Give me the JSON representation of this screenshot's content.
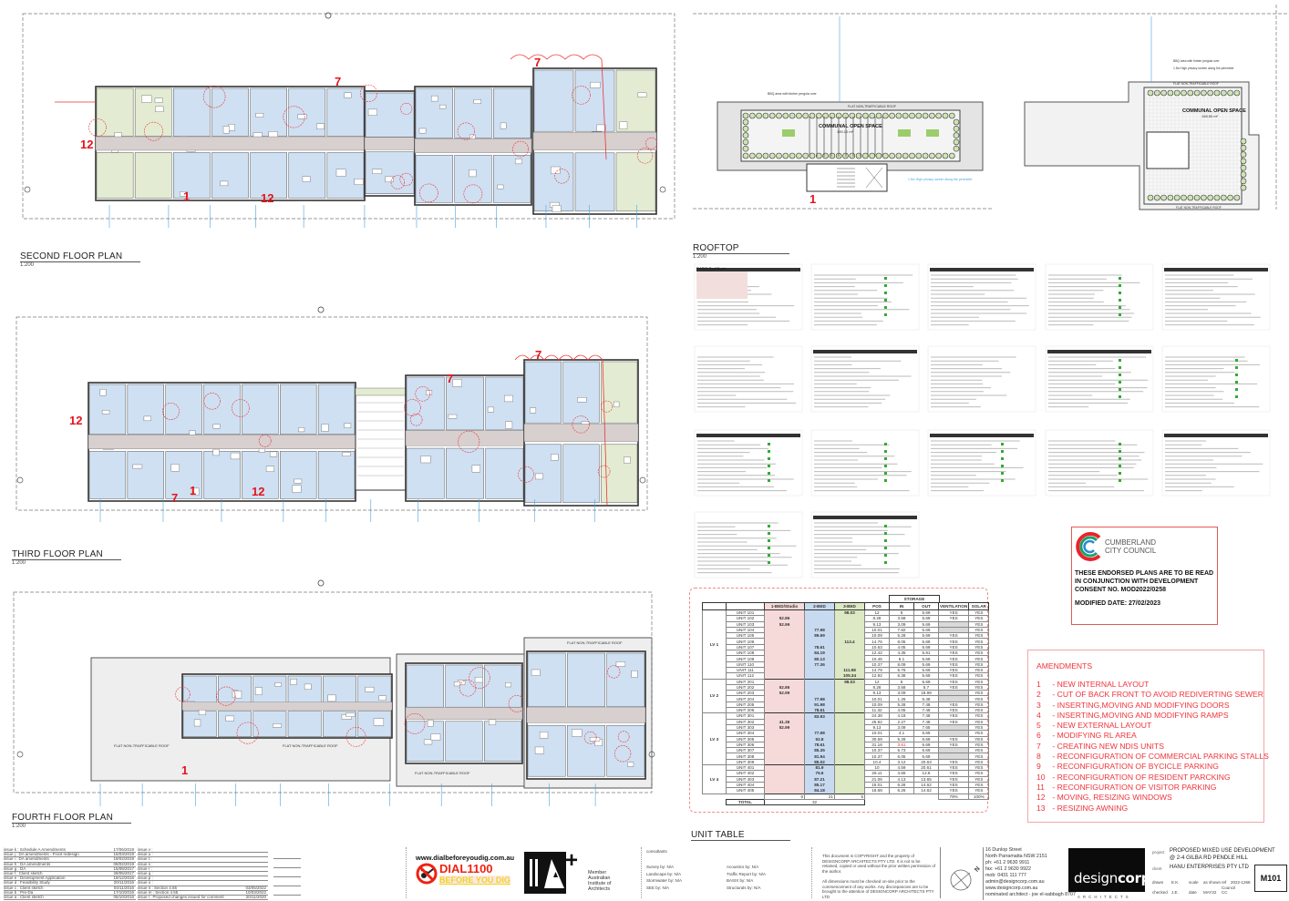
{
  "plans": {
    "second": {
      "title": "SECOND FLOOR PLAN",
      "scale": "1:200",
      "revisions": [
        "7",
        "7",
        "12",
        "1",
        "12"
      ]
    },
    "third": {
      "title": "THIRD FLOOR PLAN",
      "scale": "1:200",
      "revisions": [
        "12",
        "7",
        "7",
        "7",
        "1",
        "12"
      ]
    },
    "fourth": {
      "title": "FOURTH FLOOR PLAN",
      "scale": "1:200",
      "revisions": [
        "1"
      ],
      "roof_labels": [
        "FLAT NON-TRAFFICABLE ROOF",
        "FLAT NON-TRAFFICABLE ROOF",
        "FLAT NON-TRAFFICABLE ROOF",
        "FLAT NON-TRAFFICABLE ROOF"
      ]
    },
    "rooftop": {
      "title": "ROOFTOP",
      "scale": "1:200",
      "revisions": [
        "1"
      ],
      "left": {
        "roof_label": "FLAT NON-TRAFFICABLE ROOF",
        "space": "COMMUNAL OPEN SPACE",
        "area": "190.10 m²",
        "note_bbq": "BBQ area with timber pergola over",
        "note_screen": "1.5m High privacy screen along the perimeter"
      },
      "right": {
        "roof_label": "FLAT NON-TRAFFICABLE ROOF",
        "roof_label_bottom": "FLAT NON-TRAFFICABLE ROOF",
        "space": "COMMUNAL OPEN SPACE",
        "area": "158.50 m²",
        "note_bbq": "BBQ area with timber pergola over",
        "note_screen": "1.5m High privacy screen along the perimeter"
      }
    }
  },
  "basix": {
    "heading": "BASIX Certificate"
  },
  "council_stamp": {
    "council_name_1": "CUMBERLAND",
    "council_name_2": "CITY COUNCIL",
    "text": "THESE ENDORSED PLANS ARE TO BE READ IN CONJUNCTION WITH DEVELOPMENT CONSENT NO. MOD2022/0258",
    "modified": "MODIFIED DATE: 27/02/2023",
    "colors": {
      "red": "#e8242b",
      "green": "#1aa36b",
      "blue": "#2a8bd0"
    }
  },
  "amendments": {
    "heading": "AMENDMENTS",
    "items": [
      {
        "n": "1",
        "text": "- NEW INTERNAL LAYOUT"
      },
      {
        "n": "2",
        "text": "- CUT OF BACK FRONT TO AVOID REDIVERTING SEWER"
      },
      {
        "n": "3",
        "text": "- INSERTING,MOVING AND MODIFYING DOORS"
      },
      {
        "n": "4",
        "text": "- INSERTING,MOVING AND MODIFYING RAMPS"
      },
      {
        "n": "5",
        "text": "- NEW EXTERNAL LAYOUT"
      },
      {
        "n": "6",
        "text": "- MODIFYING RL AREA"
      },
      {
        "n": "7",
        "text": "- CREATING NEW NDIS UNITS"
      },
      {
        "n": "8",
        "text": "- RECONFIGURATION OF COMMERCIAL PARKING STALLS"
      },
      {
        "n": "9",
        "text": "- RECONFIGURATION OF BYCICLE PARKING"
      },
      {
        "n": "10",
        "text": "- RECONFIGURATION OF RESIDENT PARCKING"
      },
      {
        "n": "11",
        "text": "- RECONFIGURATION OF VISITOR PARKING"
      },
      {
        "n": "12",
        "text": "- MOVING, RESIZING WINDOWS"
      },
      {
        "n": "13",
        "text": "- RESIZING AWNING"
      }
    ]
  },
  "unit_table": {
    "title": "UNIT TABLE",
    "storage_header": "STORAGE",
    "headers": [
      "",
      "",
      "1-BED/Studio",
      "2-BED",
      "3-BED",
      "POS",
      "IN",
      "OUT",
      "VENTILATION",
      "SOLAR"
    ],
    "levels": [
      {
        "level": "LV 1",
        "rows": [
          [
            "UNIT 101",
            "",
            "",
            "98.03",
            "12",
            "5",
            "5.69",
            "YES",
            "YES"
          ],
          [
            "UNIT 102",
            "52.86",
            "",
            "",
            "8.28",
            "3.58",
            "5.69",
            "YES",
            "YES"
          ],
          [
            "UNIT 103",
            "52.99",
            "",
            "",
            "9.13",
            "3.09",
            "5.69",
            "",
            "YES"
          ],
          [
            "UNIT 104",
            "",
            "77.98",
            "",
            "10.01",
            "7.82",
            "5.69",
            "",
            "YES"
          ],
          [
            "UNIT 105",
            "",
            "89.69",
            "",
            "10.09",
            "5.28",
            "5.69",
            "YES",
            "YES"
          ],
          [
            "UNIT 106",
            "",
            "",
            "113.4",
            "14.76",
            "8.05",
            "5.69",
            "YES",
            "YES"
          ],
          [
            "UNIT 107",
            "",
            "78.61",
            "",
            "10.63",
            "4.05",
            "5.69",
            "YES",
            "YES"
          ],
          [
            "UNIT 108",
            "",
            "84.19",
            "",
            "12.42",
            "4.35",
            "5.91",
            "YES",
            "YES"
          ],
          [
            "UNIT 109",
            "",
            "80.13",
            "",
            "10.45",
            "8.1",
            "5.69",
            "YES",
            "YES"
          ],
          [
            "UNIT 110",
            "",
            "77.36",
            "",
            "10.37",
            "8.09",
            "5.69",
            "YES",
            "YES"
          ],
          [
            "UNIT 111",
            "",
            "",
            "111.98",
            "14.79",
            "5.76",
            "5.69",
            "YES",
            "YES"
          ],
          [
            "UNIT 112",
            "",
            "",
            "105.34",
            "12.92",
            "6.38",
            "5.69",
            "YES",
            "YES"
          ]
        ]
      },
      {
        "level": "LV 2",
        "rows": [
          [
            "UNIT 201",
            "",
            "",
            "98.03",
            "12",
            "5",
            "5.69",
            "YES",
            "YES"
          ],
          [
            "UNIT 202",
            "52.86",
            "",
            "",
            "8.28",
            "3.58",
            "5.7",
            "YES",
            "YES"
          ],
          [
            "UNIT 203",
            "52.99",
            "",
            "",
            "9.13",
            "3.09",
            "18.98",
            "",
            "YES"
          ],
          [
            "UNIT 204",
            "",
            "77.98",
            "",
            "10.01",
            "1.26",
            "6.48",
            "",
            "YES"
          ],
          [
            "UNIT 205",
            "",
            "91.98",
            "",
            "10.09",
            "5.28",
            "7.48",
            "YES",
            "YES"
          ],
          [
            "UNIT 206",
            "",
            "78.61",
            "",
            "11.32",
            "4.05",
            "7.48",
            "YES",
            "YES"
          ]
        ]
      },
      {
        "level": "LV 3",
        "rows": [
          [
            "UNIT 301",
            "",
            "83.93",
            "",
            "24.38",
            "4.18",
            "7.48",
            "YES",
            "YES"
          ],
          [
            "UNIT 302",
            "41.36",
            "",
            "",
            "25.92",
            "2.27",
            "7.48",
            "YES",
            "YES"
          ],
          [
            "UNIT 303",
            "52.99",
            "",
            "",
            "9.13",
            "3.09",
            "7.65",
            "",
            "YES"
          ],
          [
            "UNIT 304",
            "",
            "77.98",
            "",
            "10.01",
            "4.1",
            "6.69",
            "",
            "YES"
          ],
          [
            "UNIT 305",
            "",
            "92.8",
            "",
            "30.69",
            "5.28",
            "6.69",
            "YES",
            "YES"
          ],
          [
            "UNIT 306",
            "",
            "78.61",
            "",
            "31.16",
            "3.61",
            "6.69",
            "YES",
            "YES"
          ],
          [
            "UNIT 307",
            "",
            "85.35",
            "",
            "10.37",
            "5.73",
            "6.69",
            "",
            "YES"
          ],
          [
            "UNIT 308",
            "",
            "81.94",
            "",
            "10.37",
            "6.05",
            "6.69",
            "",
            "YES"
          ],
          [
            "UNIT 309",
            "",
            "85.02",
            "",
            "10.4",
            "3.12",
            "20.63",
            "YES",
            "YES"
          ]
        ]
      },
      {
        "level": "LV 4",
        "rows": [
          [
            "UNIT 401",
            "",
            "81.9",
            "",
            "10",
            "4.59",
            "20.61",
            "YES",
            "YES"
          ],
          [
            "UNIT 402",
            "",
            "75.6",
            "",
            "26.11",
            "4.55",
            "12.8",
            "YES",
            "YES"
          ],
          [
            "UNIT 403",
            "",
            "87.21",
            "",
            "21.06",
            "4.13",
            "13.65",
            "YES",
            "YES"
          ],
          [
            "UNIT 404",
            "",
            "85.17",
            "",
            "15.01",
            "6.26",
            "14.62",
            "YES",
            "YES"
          ],
          [
            "UNIT 405",
            "",
            "84.18",
            "",
            "18.68",
            "6.26",
            "14.62",
            "YES",
            "YES"
          ]
        ]
      }
    ],
    "totals": {
      "one_bed": "6",
      "two_bed": "21",
      "three_bed": "5",
      "ventilation": "79%",
      "solar": "100%"
    },
    "total_label": "TOTAL",
    "total_units": "32"
  },
  "title_block": {
    "issues_left": [
      {
        "label": "issue k :",
        "desc": "Schedule A Amendments",
        "date": "17/06/2019"
      },
      {
        "label": "issue j :",
        "desc": "DA amendments - Front redesign",
        "date": "15/03/2019"
      },
      {
        "label": "issue i :",
        "desc": "DA amendments",
        "date": "18/02/2019"
      },
      {
        "label": "issue h :",
        "desc": "DA amendments",
        "date": "08/02/2019"
      },
      {
        "label": "issue g :",
        "desc": "DA",
        "date": "15/08/2017"
      },
      {
        "label": "issue f :",
        "desc": "Client sketch",
        "date": "28/05/2017"
      },
      {
        "label": "issue e :",
        "desc": "Development Application",
        "date": "19/12/2016"
      },
      {
        "label": "issue d :",
        "desc": "Feasibility Study",
        "date": "20/11/2016"
      },
      {
        "label": "issue c :",
        "desc": "Client sketch",
        "date": "04/11/2016"
      },
      {
        "label": "issue b :",
        "desc": "Pre-Da",
        "date": "17/10/2016"
      },
      {
        "label": "issue a :",
        "desc": "Client sketch",
        "date": "05/10/2016"
      }
    ],
    "issues_right": [
      {
        "label": "issue v :",
        "desc": "",
        "date": ""
      },
      {
        "label": "issue u :",
        "desc": "",
        "date": ""
      },
      {
        "label": "issue t :",
        "desc": "",
        "date": ""
      },
      {
        "label": "issue s :",
        "desc": "",
        "date": ""
      },
      {
        "label": "issue r :",
        "desc": "",
        "date": ""
      },
      {
        "label": "issue q :",
        "desc": "",
        "date": ""
      },
      {
        "label": "issue p :",
        "desc": "",
        "date": ""
      },
      {
        "label": "issue o :",
        "desc": "",
        "date": ""
      },
      {
        "label": "issue n :",
        "desc": "Section 4.55",
        "date": "03/05/2022"
      },
      {
        "label": "issue m :",
        "desc": "Section 4.55",
        "date": "10/03/2022"
      },
      {
        "label": "issue l :",
        "desc": "Proposed changes issued for comment",
        "date": "20/11/2020"
      }
    ],
    "dial": {
      "url": "www.dialbeforeyoudig.com.au",
      "number": "DIAL1100",
      "tagline": "BEFORE YOU DIG"
    },
    "aia": {
      "line1": "Member",
      "line2": "Australian",
      "line3": "Institute of",
      "line4": "Architects"
    },
    "consultants": {
      "heading": "consultants",
      "left": [
        "Survey by: N/A",
        "Landscape by: N/A",
        "Stormwater by: N/A",
        "SEE by: N/A"
      ],
      "right": [
        "Acoustics by: N/A",
        "Traffic Report by: N/A",
        "BASIX by: N/A",
        "Structurals by: N/A"
      ]
    },
    "copyright_1": "This document is COPYRIGHT and the property of DESIGNCORP ARCHITECTS PTY LTD. It is not to be retained, copied or used without the prior written permission of the author.",
    "copyright_2": "All dimensions must be checked on-site prior to the commencement of any works. Any discrepancies are to be brought to the attention of DESIGNCORP ARCHITECTS PTY LTD",
    "north": "N",
    "address": [
      "16 Dunlop Street",
      "North Parramatta NSW 2151",
      "ph: +61 2 9630 9911",
      "fax: +61 2 9630 9922",
      "mob: 0431 111 777",
      "admin@designcorp.com.au",
      "www.designcorp.com.au",
      "nominated architect - joe el-sabbagh 8707"
    ],
    "logo": {
      "main_a": "design",
      "main_b": "corp",
      "sub": "A R C H I T E C T S"
    },
    "project_label": "project",
    "project": "PROPOSED MIXED USE DEVELOPMENT @ 2-4 GILBA RD PENDLE HILL",
    "client_label": "client",
    "client": "HANU ENTERPRISES PTY LTD",
    "drawn_label": "drawn",
    "drawn": "E.K.",
    "checked_label": "checked",
    "checked": "J.E.",
    "scale_label": "scale",
    "scale": "as shown",
    "date_label": "date",
    "date": "MAY22",
    "ref_label": "ref",
    "ref": "2022-1268",
    "council_label": "Council",
    "council": "CC",
    "sheet": "M101"
  }
}
